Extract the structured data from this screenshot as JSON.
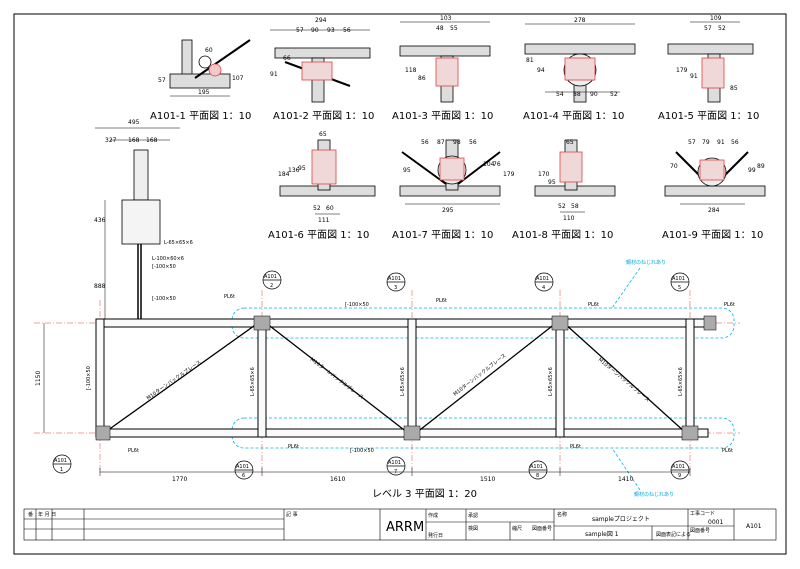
{
  "detail_titles": [
    "A101-1 平面図 1：10",
    "A101-2 平面図 1：10",
    "A101-3 平面図 1：10",
    "A101-4 平面図 1：10",
    "A101-5 平面図 1：10",
    "A101-6 平面図 1：10",
    "A101-7 平面図 1：10",
    "A101-8 平面図 1：10",
    "A101-9 平面図 1：10"
  ],
  "detail_dims": {
    "d1": [
      "195",
      "57",
      "107",
      "60"
    ],
    "d2": [
      "294",
      "57",
      "90",
      "93",
      "56",
      "91",
      "66"
    ],
    "d3": [
      "103",
      "48",
      "55",
      "118",
      "86"
    ],
    "d4": [
      "278",
      "81",
      "94",
      "54",
      "88",
      "90",
      "52"
    ],
    "d5": [
      "109",
      "57",
      "52",
      "179",
      "91",
      "85"
    ],
    "d6": [
      "65",
      "184",
      "136",
      "95",
      "111",
      "52",
      "60"
    ],
    "d7": [
      "56",
      "87",
      "98",
      "56",
      "95",
      "104",
      "76",
      "179",
      "295"
    ],
    "d8": [
      "65",
      "170",
      "95",
      "52",
      "58",
      "110"
    ],
    "d9": [
      "57",
      "79",
      "91",
      "56",
      "70",
      "99",
      "89",
      "284"
    ]
  },
  "main_title": "レベル 3 平面図 1：20",
  "grid_refs": [
    "A101",
    "1",
    "2",
    "3",
    "4",
    "5",
    "6",
    "7",
    "8",
    "9"
  ],
  "dims_top": [
    "495",
    "327",
    "168",
    "168",
    "436",
    "888"
  ],
  "dim_left": "1150",
  "dims_bottom": [
    "1770",
    "1610",
    "1510",
    "1410"
  ],
  "member_labels": {
    "angle_l65": "L-65×65×6",
    "angle_l100_60": "L-100×60×6",
    "flat_100": "[-100×50",
    "brace": "M10ターンバックルブレース",
    "l65_vert": "L-65×65×6",
    "plate": "PL6t"
  },
  "annotations": {
    "twist_top": "鋼材のねじれあり",
    "twist_bottom": "鋼材のねじれあり"
  },
  "title_block": {
    "company": "ARRM",
    "row_labels": [
      "作成",
      "承認",
      "発行日",
      "検図",
      "縮尺",
      "図面番号"
    ],
    "project_label": "名称",
    "project": "sampleプロジェクト",
    "drawing_name": "sample図 1",
    "code_label": "工事コード",
    "code": "0001",
    "sheet_no_label": "図面番号",
    "sheet_no": "A101",
    "scale_note": "図面表記による",
    "revision_cols": [
      "番",
      "年 月 日",
      "記 事"
    ]
  },
  "colors": {
    "line": "#000000",
    "grid_red": "#e04040",
    "cloud_cyan": "#00b8e0",
    "hatch_grey": "#9a9a9a"
  }
}
